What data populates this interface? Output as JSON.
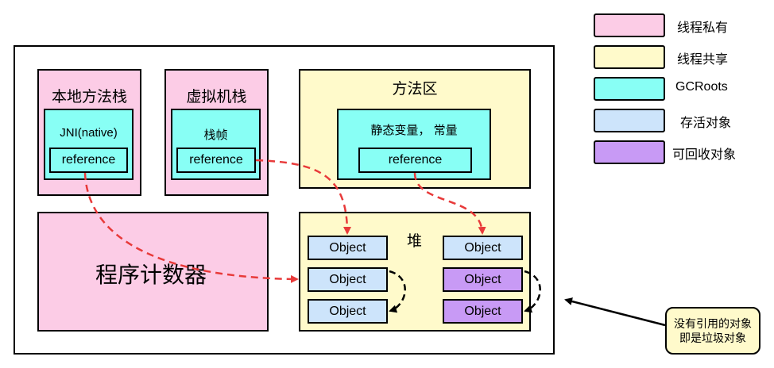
{
  "legend": [
    {
      "label": "线程私有",
      "color": "#fccce6"
    },
    {
      "label": "线程共享",
      "color": "#fffacb"
    },
    {
      "label": "GCRoots",
      "color": "#88fff5"
    },
    {
      "label": "存活对象",
      "color": "#cde4fb"
    },
    {
      "label": "可回收对象",
      "color": "#c89af5"
    }
  ],
  "native_stack": {
    "title": "本地方法栈",
    "frame": "JNI(native)",
    "ref": "reference"
  },
  "vm_stack": {
    "title": "虚拟机栈",
    "frame": "栈帧",
    "ref": "reference"
  },
  "method_area": {
    "title": "方法区",
    "frame": "静态变量， 常量",
    "ref": "reference"
  },
  "pc": {
    "title": "程序计数器"
  },
  "heap": {
    "title": "堆",
    "live": [
      "Object",
      "Object",
      "Object"
    ],
    "garbage": [
      "Object",
      "Object",
      "Object"
    ]
  },
  "note": {
    "line1": "没有引用的对象",
    "line2": "即是垃圾对象"
  },
  "colors": {
    "arrow": "#e83a3a"
  }
}
